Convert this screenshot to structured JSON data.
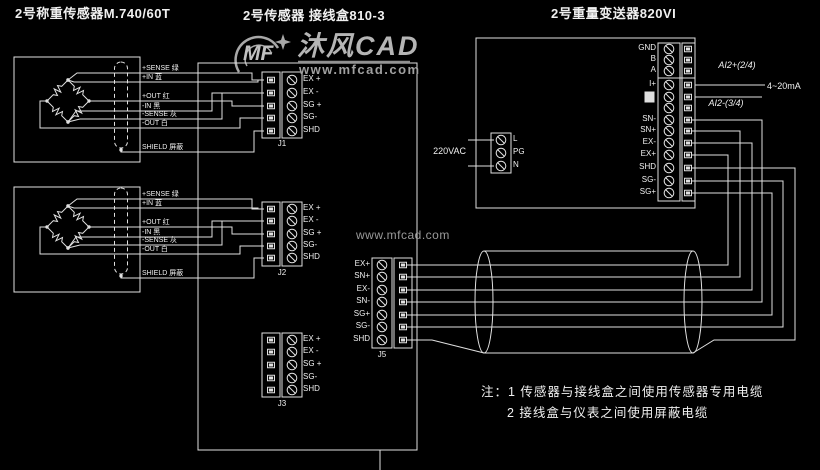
{
  "titles": {
    "sensor_group": "2号称重传感器M.740/60T",
    "junction_box": "2号传感器 接线盒810-3",
    "transmitter": "2号重量变送器820VI"
  },
  "watermark": {
    "logo_text": "MF",
    "brand": "沐风CAD",
    "url": "www.mfcad.com",
    "url_small": "www.mfcad.com"
  },
  "sensor_wire_labels": [
    "+SENSE 绿",
    "+IN 蓝",
    "+OUT 红",
    "-IN 黑",
    "-SENSE 灰",
    "-OUT 白",
    "SHIELD 屏蔽"
  ],
  "junction_box": {
    "input_terminal_labels": [
      "EX +",
      "EX -",
      "SG +",
      "SG-",
      "SHD"
    ],
    "block_names": {
      "j1": "J1",
      "j2": "J2",
      "j3": "J3",
      "output": "J5"
    },
    "output_terminal_labels": [
      "EX+",
      "SN+",
      "EX-",
      "SN-",
      "SG+",
      "SG-",
      "SHD"
    ]
  },
  "transmitter": {
    "terminal_labels": [
      "GND",
      "B",
      "A",
      "I+",
      "",
      "",
      "SN-",
      "SN+",
      "EX-",
      "EX+",
      "SHD",
      "SG-",
      "SG+"
    ],
    "power": {
      "voltage": "220VAC",
      "terminal_labels": [
        "L",
        "PG",
        "N"
      ]
    },
    "output": {
      "wire_top": "AI2+(2/4)",
      "wire_bottom": "AI2-(3/4)",
      "signal_range": "4~20mA"
    }
  },
  "notes": {
    "line1": "注：1 传感器与接线盒之间使用传感器专用电缆",
    "line2": "2 接线盒与仪表之间使用屏蔽电缆"
  },
  "colors": {
    "background": "#000000",
    "line": "#e0e0e0",
    "text": "#f2f2f2",
    "watermark": "#a6a6a6"
  }
}
